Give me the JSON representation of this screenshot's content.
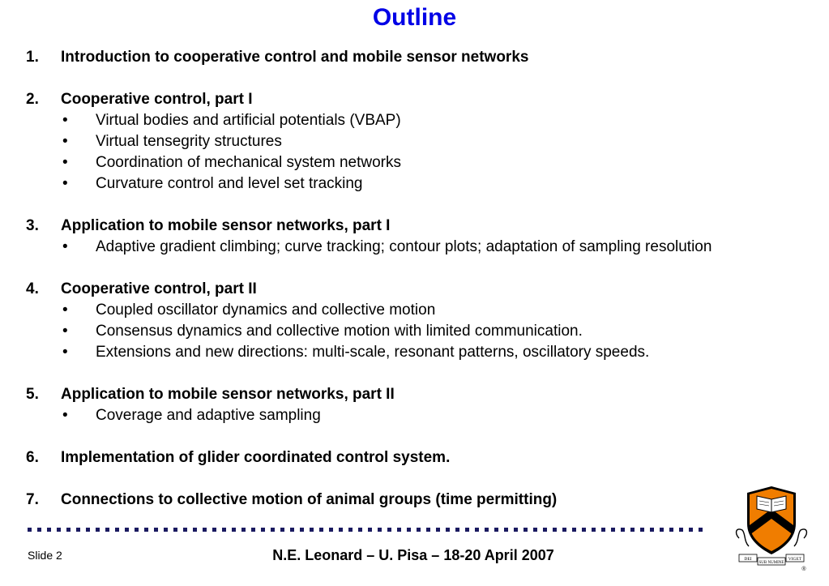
{
  "slide": {
    "title": "Outline",
    "sections": [
      {
        "num": "1.",
        "heading": "Introduction to cooperative control and mobile sensor networks",
        "bullets": []
      },
      {
        "num": "2.",
        "heading": "Cooperative control, part I",
        "bullets": [
          "Virtual bodies and artificial potentials (VBAP)",
          "Virtual tensegrity structures",
          "Coordination of mechanical system networks",
          "Curvature control and level set tracking"
        ]
      },
      {
        "num": "3.",
        "heading": "Application to mobile sensor networks, part I",
        "bullets": [
          "Adaptive gradient climbing; curve tracking; contour plots; adaptation of sampling resolution"
        ]
      },
      {
        "num": "4.",
        "heading": "Cooperative control, part II",
        "bullets": [
          "Coupled oscillator dynamics and collective motion",
          "Consensus dynamics and collective motion with limited communication.",
          "Extensions and new directions: multi-scale, resonant patterns, oscillatory speeds."
        ]
      },
      {
        "num": "5.",
        "heading": "Application to mobile sensor networks, part II",
        "bullets": [
          "Coverage and adaptive sampling"
        ]
      },
      {
        "num": "6.",
        "heading": "Implementation of glider coordinated control system.",
        "bullets": []
      },
      {
        "num": "7.",
        "heading": "Connections to collective motion of animal groups (time permitting)",
        "bullets": []
      }
    ],
    "bullet_symbol": "•"
  },
  "footer": {
    "slide_number": "Slide 2",
    "citation": "N.E. Leonard – U. Pisa – 18-20 April 2007"
  },
  "logo": {
    "motto_left": "DEI",
    "motto_center": "SUB NUMINE",
    "motto_right": "VIGET",
    "registered_mark": "®"
  },
  "colors": {
    "title": "#0000e6",
    "shield_orange": "#f07d00",
    "shield_black": "#000000"
  }
}
